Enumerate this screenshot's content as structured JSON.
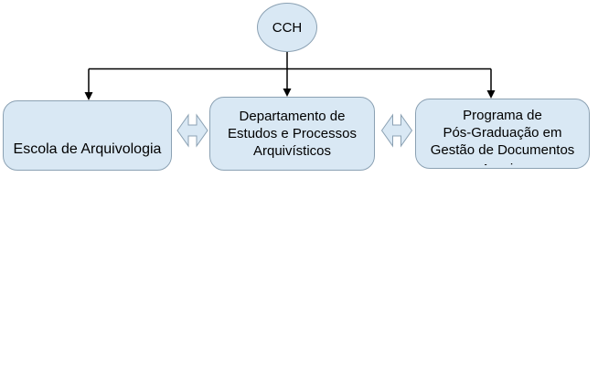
{
  "diagram": {
    "type": "org-chart",
    "root": {
      "label": "CCH"
    },
    "nodes": [
      {
        "id": "escola-de-arquivologia",
        "line1": "Escola de Arquivologia"
      },
      {
        "id": "departamento-estudos-processos-arquivisticos",
        "line1": "Departamento de",
        "line2": "Estudos e Processos",
        "line3": "Arquivísticos"
      },
      {
        "id": "programa-pos-graduacao-gestao-documentos",
        "line1": "Programa de",
        "line2": "Pós-Graduação em",
        "line3": "Gestão de Documentos",
        "line4_clipped": "e Arquivos"
      }
    ],
    "relations": {
      "root_to_children": "arrow-down",
      "between_siblings": "double-arrow-horizontal"
    },
    "colors": {
      "node_fill": "#d9e8f4",
      "node_border": "#8ba1b3",
      "connector": "#000000",
      "text": "#000000",
      "background": "#ffffff"
    }
  }
}
